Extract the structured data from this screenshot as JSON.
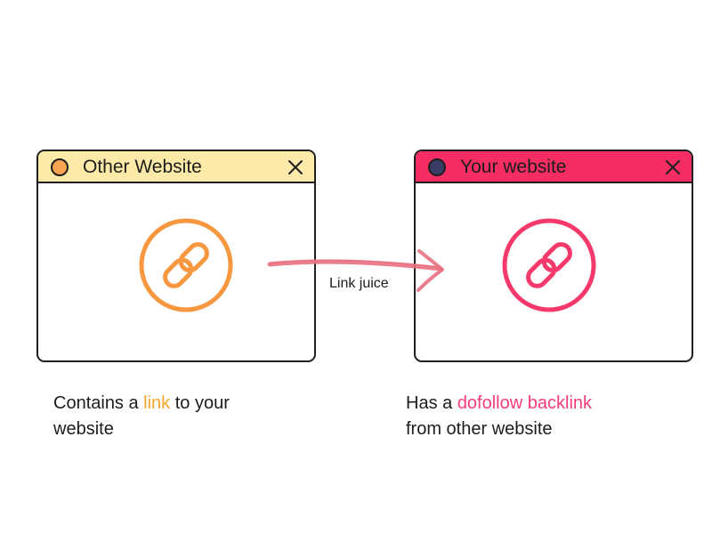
{
  "colors": {
    "left_titlebar": "#fde9a8",
    "left_dot": "#f6a44f",
    "left_icon": "#f7973f",
    "right_titlebar": "#f62d62",
    "right_dot": "#3a3b66",
    "right_icon": "#f53a6b",
    "arrow": "#e8707f",
    "highlight_orange": "#f6a72d",
    "highlight_pink": "#f43c78"
  },
  "left_window": {
    "title": "Other Website",
    "dot_icon": "circle-dot-icon",
    "close_icon": "close-x-icon",
    "center_icon": "chain-link-icon"
  },
  "right_window": {
    "title": "Your website",
    "dot_icon": "circle-dot-icon",
    "close_icon": "close-x-icon",
    "center_icon": "chain-link-icon"
  },
  "arrow": {
    "label": "Link juice",
    "icon": "hand-drawn-arrow-icon"
  },
  "left_caption": {
    "before": "Contains a ",
    "highlight": "link",
    "after": " to your",
    "line2": "website"
  },
  "right_caption": {
    "before": "Has a ",
    "highlight": "dofollow backlink",
    "line2": "from other website"
  }
}
